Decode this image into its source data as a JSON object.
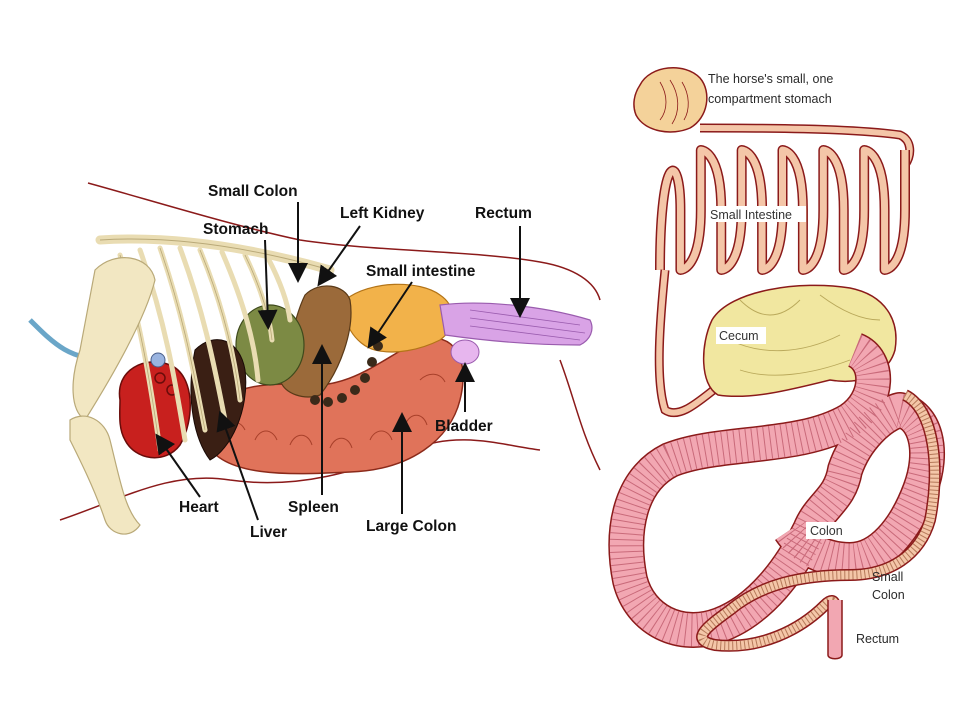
{
  "left_diagram": {
    "labels": {
      "small_colon": "Small Colon",
      "stomach": "Stomach",
      "left_kidney": "Left Kidney",
      "rectum": "Rectum",
      "small_intestine": "Small intestine",
      "bladder": "Bladder",
      "heart": "Heart",
      "liver": "Liver",
      "spleen": "Spleen",
      "large_colon": "Large Colon"
    }
  },
  "right_diagram": {
    "labels": {
      "stomach_line1": "The horse's small, one",
      "stomach_line2": "compartment stomach",
      "small_intestine": "Small Intestine",
      "cecum": "Cecum",
      "colon": "Colon",
      "small_colon_line1": "Small",
      "small_colon_line2": "Colon",
      "rectum": "Rectum"
    }
  },
  "colors": {
    "outline": "#8b1a1a",
    "intestine": "#f4c6a8",
    "colon": "#f2a7b2",
    "cecum": "#f1e7a0",
    "heart": "#c8201e",
    "stomach": "#7c8a44",
    "spleen": "#8b5a2b",
    "bone": "#f2e7c2",
    "rectum_muscle": "#d9a3e6"
  }
}
